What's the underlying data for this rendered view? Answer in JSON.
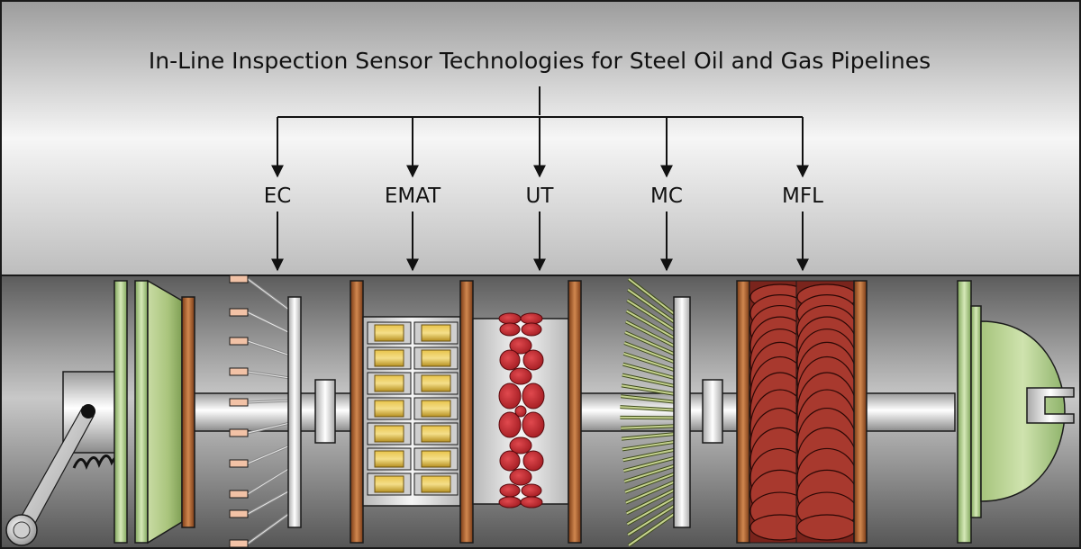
{
  "title": "In-Line Inspection Sensor Technologies for Steel Oil and Gas Pipelines",
  "technologies": [
    {
      "id": "ec",
      "label": "EC"
    },
    {
      "id": "emat",
      "label": "EMAT"
    },
    {
      "id": "ut",
      "label": "UT"
    },
    {
      "id": "mc",
      "label": "MC"
    },
    {
      "id": "mfl",
      "label": "MFL"
    }
  ],
  "colors": {
    "panel_light": "#f4f4f4",
    "panel_mid": "#c8c8c8",
    "pipe_dark": "#6e6e6e",
    "pipe_mid": "#a4a4a4",
    "green_cup": "#8fb36b",
    "copper_disc": "#a35a2a",
    "emat_gold": "#d2a92a",
    "ut_red": "#c0272d",
    "mfl_red": "#8e2a22",
    "mc_brush": "#8a9a4a",
    "outline": "#1a1a1a"
  }
}
